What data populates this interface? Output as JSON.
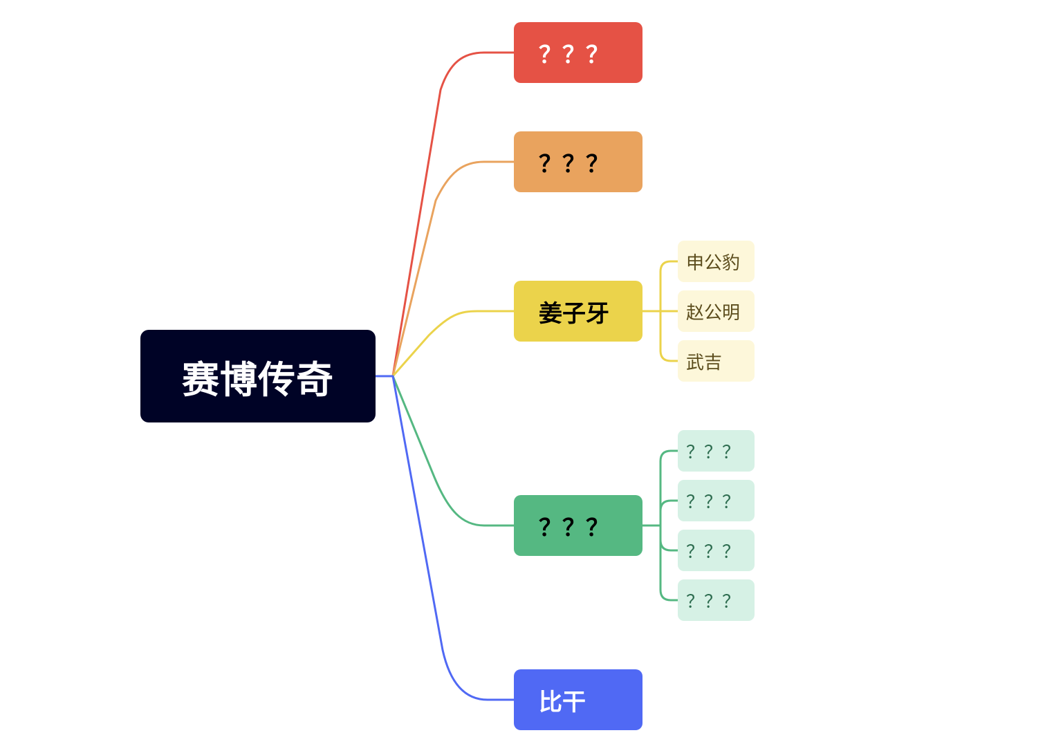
{
  "root": {
    "label": "赛博传奇",
    "color": "#000326",
    "text_color": "#ffffff"
  },
  "branches": [
    {
      "label": "？？？",
      "color": "#E55245",
      "edge_color": "#E55245",
      "text_color": "#ffffff",
      "children": []
    },
    {
      "label": "？？？",
      "color": "#E9A35E",
      "edge_color": "#E9A35E",
      "text_color": "#000000",
      "children": []
    },
    {
      "label": "姜子牙",
      "color": "#EBD34B",
      "edge_color": "#EBD34B",
      "text_color": "#000000",
      "child_color": "#FDF7DA",
      "child_text_color": "#5B4C1C",
      "children": [
        "申公豹",
        "赵公明",
        "武吉"
      ]
    },
    {
      "label": "？？？",
      "color": "#55B882",
      "edge_color": "#55B882",
      "text_color": "#000000",
      "child_color": "#D6F1E5",
      "child_text_color": "#2E6D50",
      "children": [
        "？？？",
        "？？？",
        "？？？",
        "？？？"
      ]
    },
    {
      "label": "比干",
      "color": "#5069F4",
      "edge_color": "#5069F4",
      "text_color": "#ffffff",
      "children": []
    }
  ]
}
